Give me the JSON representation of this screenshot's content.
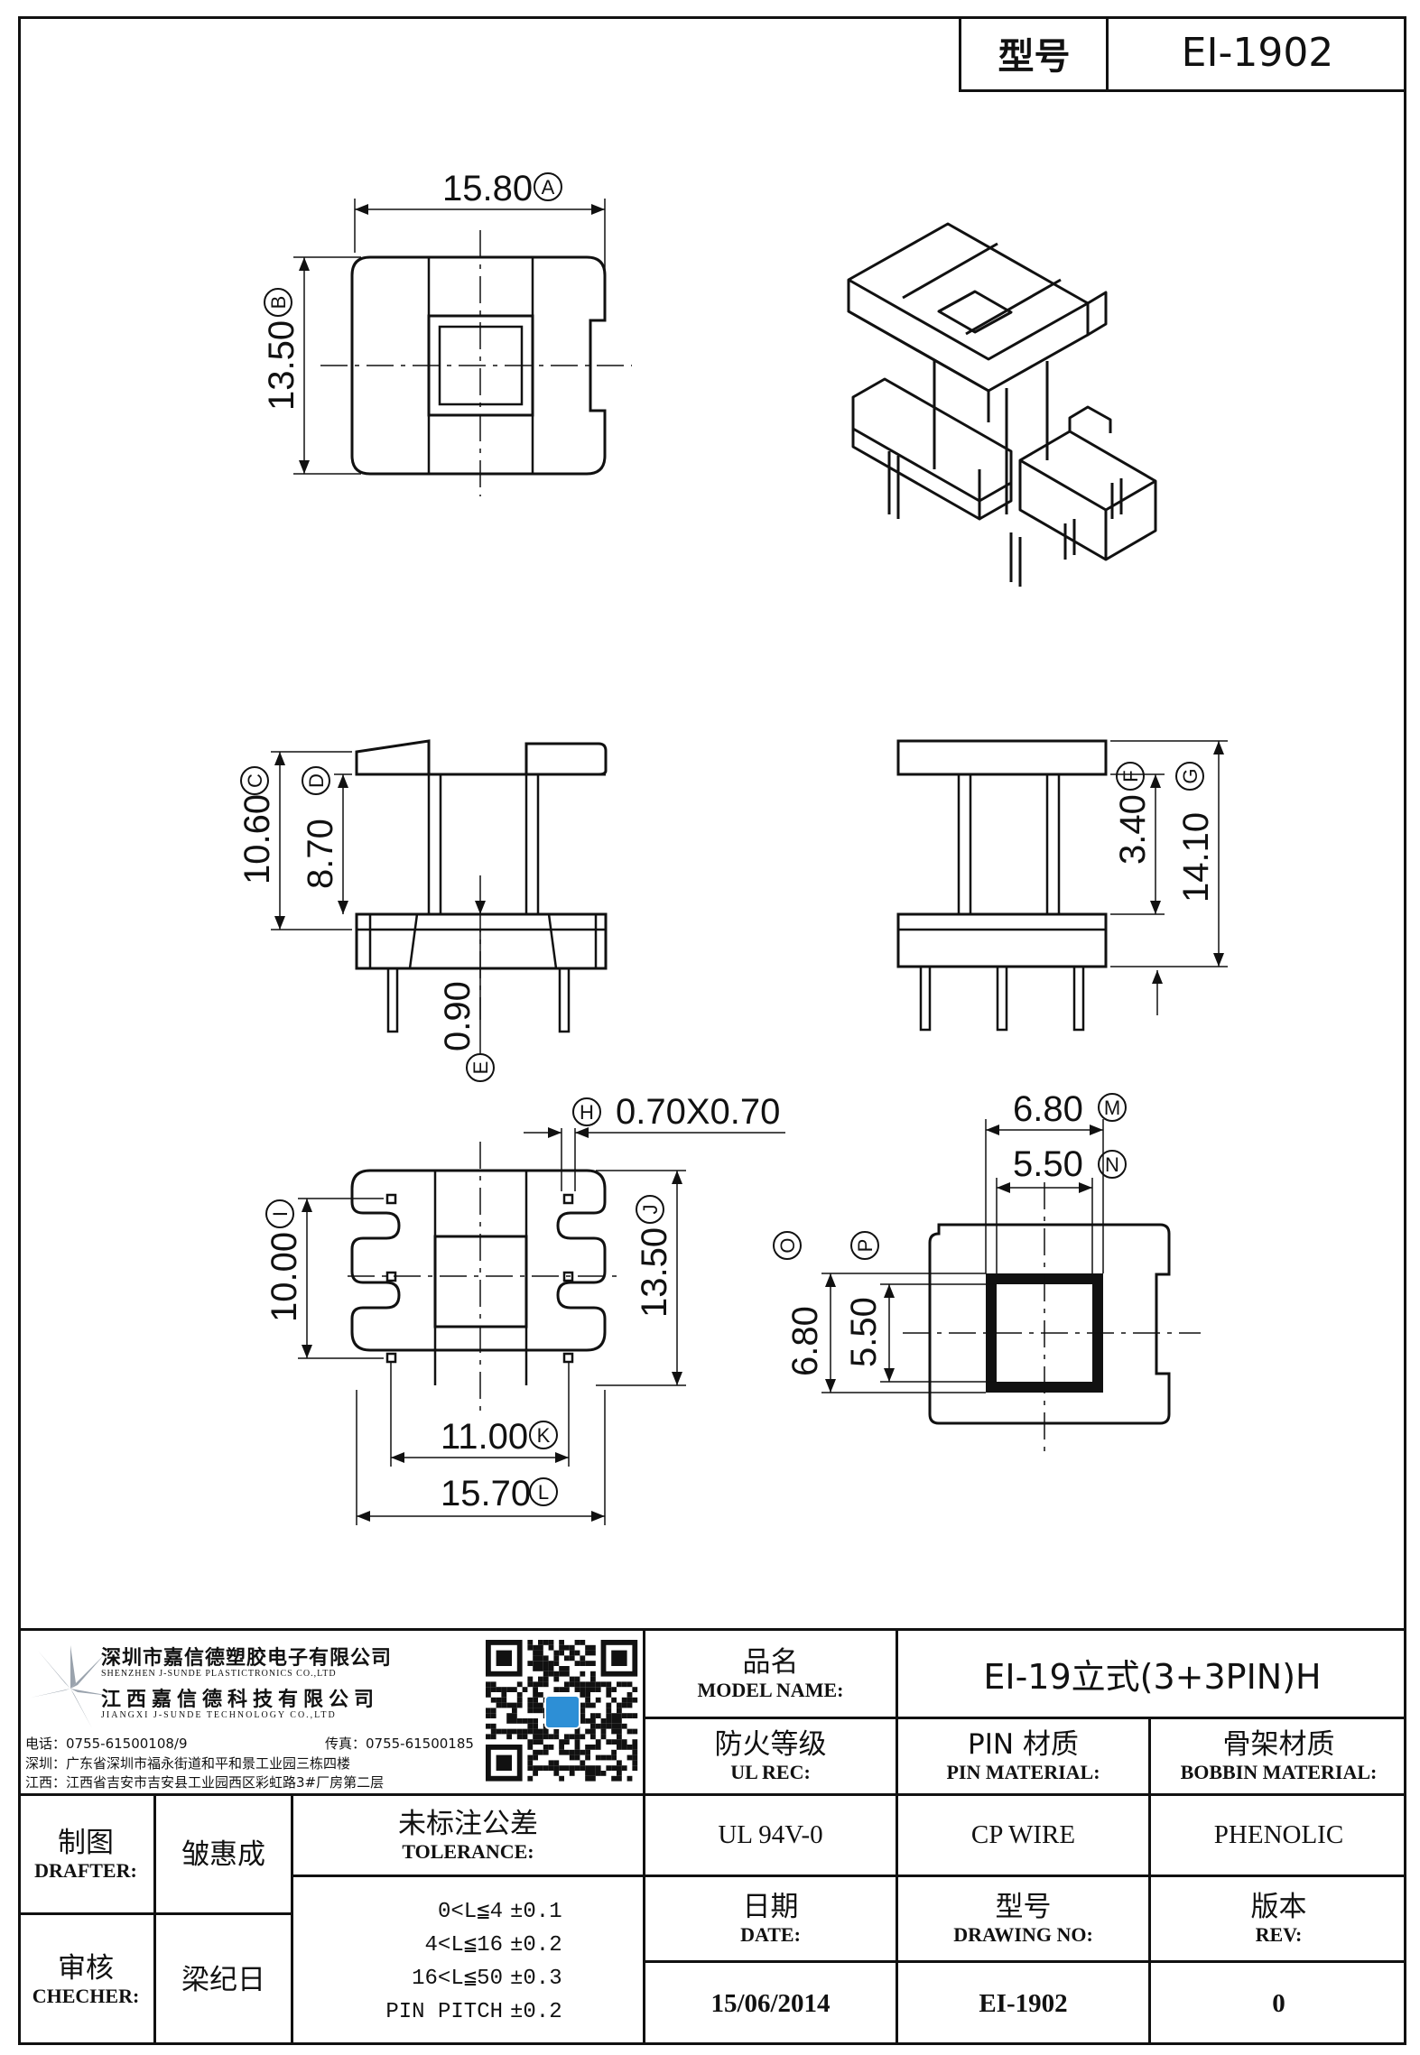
{
  "header": {
    "type_label": "型号",
    "type_value": "EI-1902"
  },
  "dimensions": {
    "A": {
      "value": "15.80",
      "label": "A"
    },
    "B": {
      "value": "13.50",
      "label": "B"
    },
    "C": {
      "value": "10.60",
      "label": "C"
    },
    "D": {
      "value": "8.70",
      "label": "D"
    },
    "E": {
      "value": "0.90",
      "label": "E"
    },
    "F": {
      "value": "3.40",
      "label": "F"
    },
    "G": {
      "value": "14.10",
      "label": "G"
    },
    "H": {
      "value": "0.70X0.70",
      "label": "H"
    },
    "I": {
      "value": "10.00",
      "label": "I"
    },
    "J": {
      "value": "13.50",
      "label": "J"
    },
    "K": {
      "value": "11.00",
      "label": "K"
    },
    "L": {
      "value": "15.70",
      "label": "L"
    },
    "M": {
      "value": "6.80",
      "label": "M"
    },
    "N": {
      "value": "5.50",
      "label": "N"
    },
    "O": {
      "value": "6.80",
      "label": "O"
    },
    "P": {
      "value": "5.50",
      "label": "P"
    }
  },
  "company": {
    "name_cn_1": "深圳市嘉信德塑胶电子有限公司",
    "name_en_1": "SHENZHEN J-SUNDE PLASTICTRONICS CO.,LTD",
    "name_cn_2": "江西嘉信德科技有限公司",
    "name_en_2": "JIANGXI J-SUNDE TECHNOLOGY CO.,LTD",
    "phone": "电话：0755-61500108/9",
    "fax": "传真：0755-61500185",
    "addr_sz": "深圳：广东省深圳市福永街道和平和景工业园三栋四楼",
    "addr_jx": "江西：江西省吉安市吉安县工业园西区彩虹路3#厂房第二层"
  },
  "title_block": {
    "model_name_cn": "品名",
    "model_name_en": "MODEL NAME:",
    "model_name_value": "EI-19立式(3+3PIN)H",
    "ul_rec_cn": "防火等级",
    "ul_rec_en": "UL REC:",
    "ul_rec_value": "UL 94V-0",
    "pin_material_cn": "PIN 材质",
    "pin_material_en": "PIN MATERIAL:",
    "pin_material_value": "CP WIRE",
    "bobbin_material_cn": "骨架材质",
    "bobbin_material_en": "BOBBIN MATERIAL:",
    "bobbin_material_value": "PHENOLIC",
    "drafter_cn": "制图",
    "drafter_en": "DRAFTER:",
    "drafter_value": "皱惠成",
    "checker_cn": "审核",
    "checker_en": "CHECHER:",
    "checker_value": "梁纪日",
    "tolerance_cn": "未标注公差",
    "tolerance_en": "TOLERANCE:",
    "tolerances": [
      {
        "range": "0<L≦4",
        "value": "±0.1"
      },
      {
        "range": "4<L≦16",
        "value": "±0.2"
      },
      {
        "range": "16<L≦50",
        "value": "±0.3"
      },
      {
        "range": "PIN PITCH",
        "value": "±0.2"
      }
    ],
    "date_cn": "日期",
    "date_en": "DATE:",
    "date_value": "15/06/2014",
    "drawing_no_cn": "型号",
    "drawing_no_en": "DRAWING NO:",
    "drawing_no_value": "EI-1902",
    "rev_cn": "版本",
    "rev_en": "REV:",
    "rev_value": "0"
  }
}
